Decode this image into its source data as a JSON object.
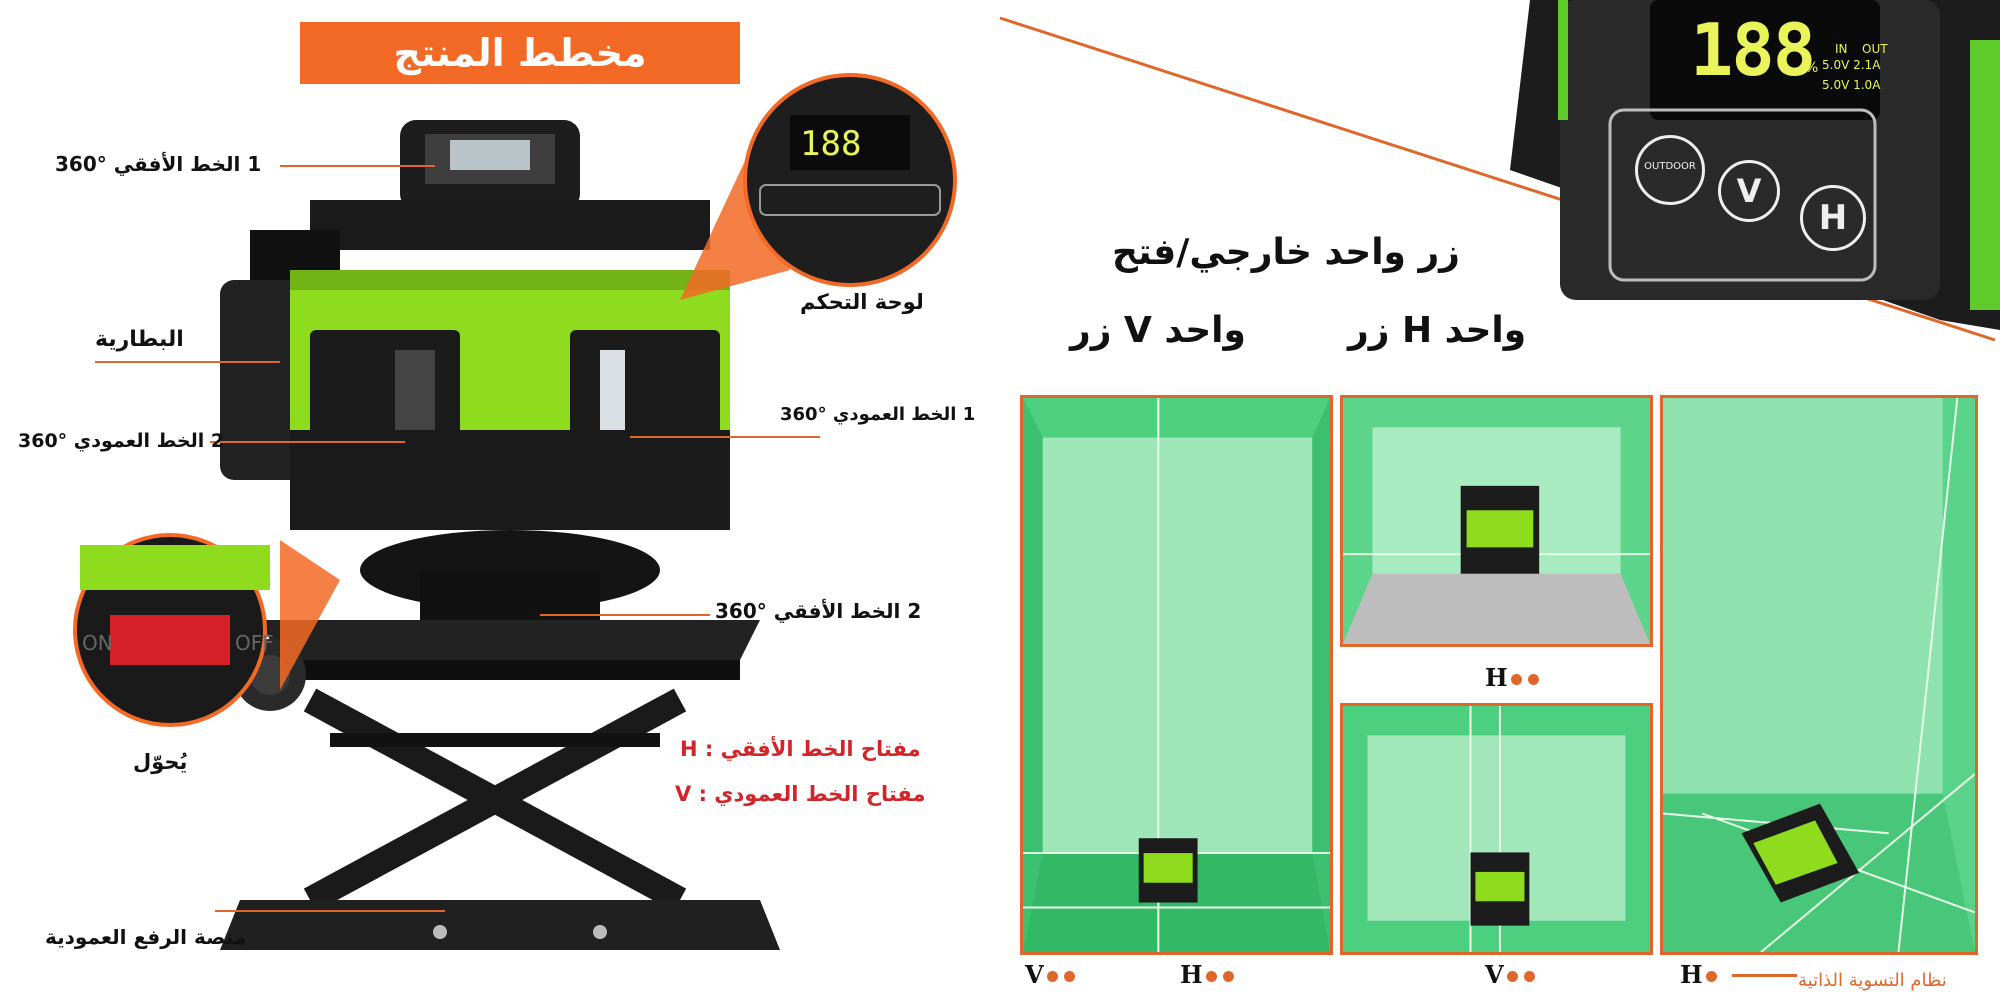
{
  "title": "مخطط المنتج",
  "labels": {
    "horizontal_line_1": "1  الخط الأفقي  °360",
    "battery": "البطارية",
    "vertical_line_2": "2 الخط العمودي  °360",
    "control_panel": "لوحة التحكم",
    "vertical_line_1": "1 الخط العمودي  °360",
    "horizontal_line_2": "2  الخط الأفقي  °360",
    "switch": "يُحوّل",
    "h_key": "مفتاح الخط الأفقي  : H",
    "v_key": "مفتاح الخط العمودي  : V",
    "lift_platform": "منصة الرفع العمودية"
  },
  "display": {
    "digits": "188",
    "in_label": "IN",
    "out_label": "OUT",
    "percent": "%",
    "row1": "5.0V 2.1A",
    "row2": "5.0V 1.0A",
    "btn_outdoor": "OUTDOOR",
    "btn_v": "V",
    "btn_h": "H"
  },
  "headlines": {
    "outdoor_button": "زر واحد خارجي/فتح",
    "h_button": "واحد H زر",
    "v_button": "واحد V زر"
  },
  "captions": {
    "panel1_v": "V",
    "panel1_h": "H",
    "panel2_h": "H",
    "panel3_v": "V",
    "panel4_h": "H",
    "self_leveling": "نظام التسوية الذاتية"
  },
  "colors": {
    "accent": "#f26a26",
    "lime": "#8fdc1e",
    "laser": "#3fd07a",
    "red_text": "#d0262b"
  }
}
